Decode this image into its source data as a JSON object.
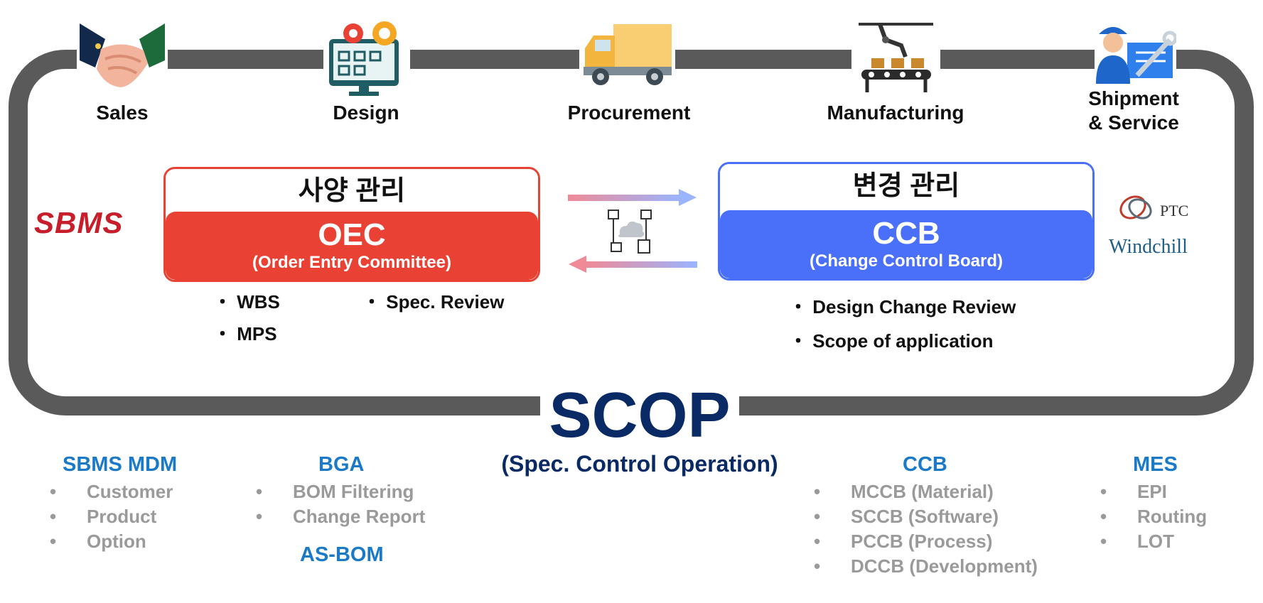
{
  "stages": [
    {
      "label": "Sales",
      "icon": "handshake-icon"
    },
    {
      "label": "Design",
      "icon": "computer-gears-icon"
    },
    {
      "label": "Procurement",
      "icon": "truck-icon"
    },
    {
      "label": "Manufacturing",
      "icon": "robot-arm-conveyor-icon"
    },
    {
      "label": "Shipment\n& Service",
      "icon": "service-technician-icon"
    }
  ],
  "logos": {
    "sbms": "SBMS",
    "ptc": "PTC",
    "windchill": "Windchill"
  },
  "oec": {
    "header": "사양 관리",
    "title": "OEC",
    "subtitle": "(Order Entry Committee)",
    "bullets": [
      "WBS",
      "MPS",
      "Spec. Review"
    ],
    "color": "#e94235"
  },
  "ccb_box": {
    "header": "변경 관리",
    "title": "CCB",
    "subtitle": "(Change Control Board)",
    "bullets": [
      "Design Change Review",
      "Scope of application"
    ],
    "color": "#4a6ff8"
  },
  "center_icon": "network-cloud-icon",
  "scop": {
    "title": "SCOP",
    "subtitle": "(Spec. Control Operation)"
  },
  "systems": {
    "sbms_mdm": {
      "title": "SBMS MDM",
      "items": [
        "Customer",
        "Product",
        "Option"
      ]
    },
    "bga": {
      "title": "BGA",
      "items": [
        "BOM Filtering",
        "Change Report"
      ]
    },
    "as_bom": {
      "title": "AS-BOM"
    },
    "ccb": {
      "title": "CCB",
      "items": [
        "MCCB (Material)",
        "SCCB (Software)",
        "PCCB (Process)",
        "DCCB (Development)"
      ]
    },
    "mes": {
      "title": "MES",
      "items": [
        "EPI",
        "Routing",
        "LOT"
      ]
    }
  },
  "colors": {
    "loop": "#5a5a5a",
    "scop": "#0a2a66",
    "system_heading": "#1a7ac7",
    "system_item": "#9a9a9a"
  }
}
